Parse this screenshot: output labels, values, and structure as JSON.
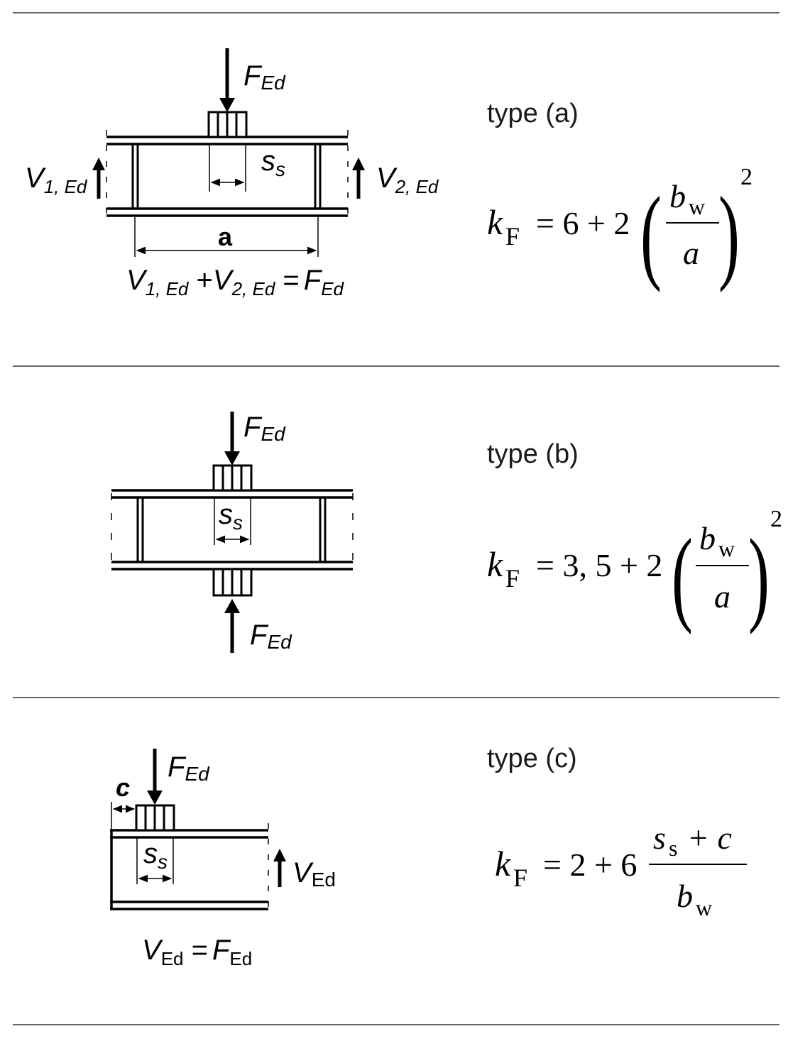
{
  "rows": [
    {
      "type_label": "type (a)",
      "load_label": "F",
      "load_sub": "Ed",
      "ss_main": "s",
      "ss_sub": "s",
      "v1_main": "V",
      "v1_sub": "1, Ed",
      "v2_main": "V",
      "v2_sub": "2, Ed",
      "a_label": "a",
      "eq_v1": "V",
      "eq_v1_sub": "1, Ed",
      "eq_plus": " +",
      "eq_v2": "V",
      "eq_v2_sub": "2, Ed",
      "eq_eq": " =",
      "eq_f": "F",
      "eq_f_sub": "Ed",
      "formula": {
        "k": "k",
        "k_sub": "F",
        "rhs": "= 6 + 2",
        "num": "b",
        "num_sub": "w",
        "den": "a",
        "exp": "2"
      }
    },
    {
      "type_label": "type (b)",
      "load_top": "F",
      "load_top_sub": "Ed",
      "load_bot": "F",
      "load_bot_sub": "Ed",
      "ss_main": "s",
      "ss_sub": "s",
      "formula": {
        "k": "k",
        "k_sub": "F",
        "rhs": "= 3, 5 + 2",
        "num": "b",
        "num_sub": "w",
        "den": "a",
        "exp": "2"
      }
    },
    {
      "type_label": "type (c)",
      "load_label": "F",
      "load_sub": "Ed",
      "c_label": "c",
      "ss_main": "s",
      "ss_sub": "s",
      "v_main": "V",
      "v_sub": "Ed",
      "eq_v": "V",
      "eq_v_sub": "Ed",
      "eq_eq": " =",
      "eq_f": "F",
      "eq_f_sub": "Ed",
      "formula": {
        "k": "k",
        "k_sub": "F",
        "rhs": "= 2 + 6",
        "num_s": "s",
        "num_s_sub": "s",
        "num_plus": " + c",
        "den": "b",
        "den_sub": "w"
      }
    }
  ]
}
